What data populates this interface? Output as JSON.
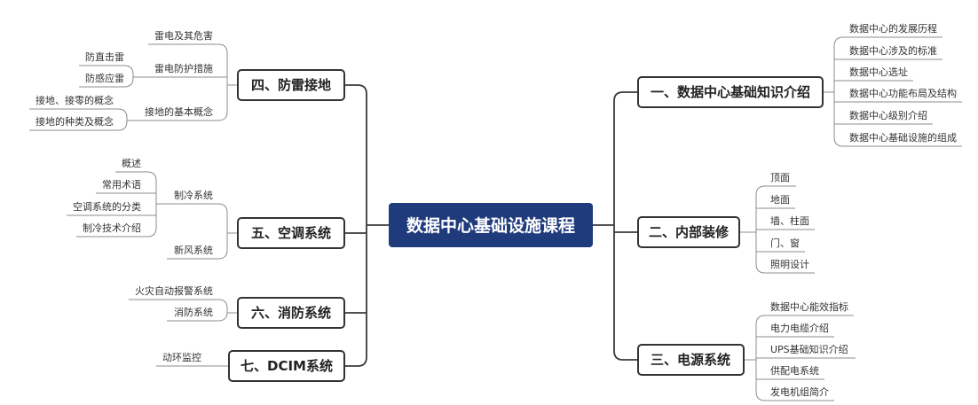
{
  "title": "数据中心基础设施课程",
  "colors": {
    "central_fill": "#1f3b7c",
    "node_border": "#333333",
    "trunk_line": "#3a3a3a",
    "branch_line": "#8c8c8c"
  },
  "right": [
    {
      "label": "一、数据中心基础知识介绍",
      "children": [
        {
          "label": "数据中心的发展历程"
        },
        {
          "label": "数据中心涉及的标准"
        },
        {
          "label": "数据中心选址"
        },
        {
          "label": "数据中心功能布局及结构"
        },
        {
          "label": "数据中心级别介绍"
        },
        {
          "label": "数据中心基础设施的组成"
        }
      ]
    },
    {
      "label": "二、内部装修",
      "children": [
        {
          "label": "顶面"
        },
        {
          "label": "地面"
        },
        {
          "label": "墙、柱面"
        },
        {
          "label": "门、窗"
        },
        {
          "label": "照明设计"
        }
      ]
    },
    {
      "label": "三、电源系统",
      "children": [
        {
          "label": "数据中心能效指标"
        },
        {
          "label": "电力电缆介绍"
        },
        {
          "label": "UPS基础知识介绍"
        },
        {
          "label": "供配电系统"
        },
        {
          "label": "发电机组简介"
        }
      ]
    }
  ],
  "left": [
    {
      "label": "四、防雷接地",
      "children": [
        {
          "label": "雷电及其危害"
        },
        {
          "label": "雷电防护措施",
          "children": [
            {
              "label": "防直击雷"
            },
            {
              "label": "防感应雷"
            }
          ]
        },
        {
          "label": "接地的基本概念",
          "children": [
            {
              "label": "接地、接零的概念"
            },
            {
              "label": "接地的种类及概念"
            }
          ]
        }
      ]
    },
    {
      "label": "五、空调系统",
      "children": [
        {
          "label": "制冷系统",
          "children": [
            {
              "label": "概述"
            },
            {
              "label": "常用术语"
            },
            {
              "label": "空调系统的分类"
            },
            {
              "label": "制冷技术介绍"
            }
          ]
        },
        {
          "label": "新风系统"
        }
      ]
    },
    {
      "label": "六、消防系统",
      "children": [
        {
          "label": "火灾自动报警系统"
        },
        {
          "label": "消防系统"
        }
      ]
    },
    {
      "label": "七、DCIM系统",
      "children": [
        {
          "label": "动环监控"
        }
      ]
    }
  ]
}
